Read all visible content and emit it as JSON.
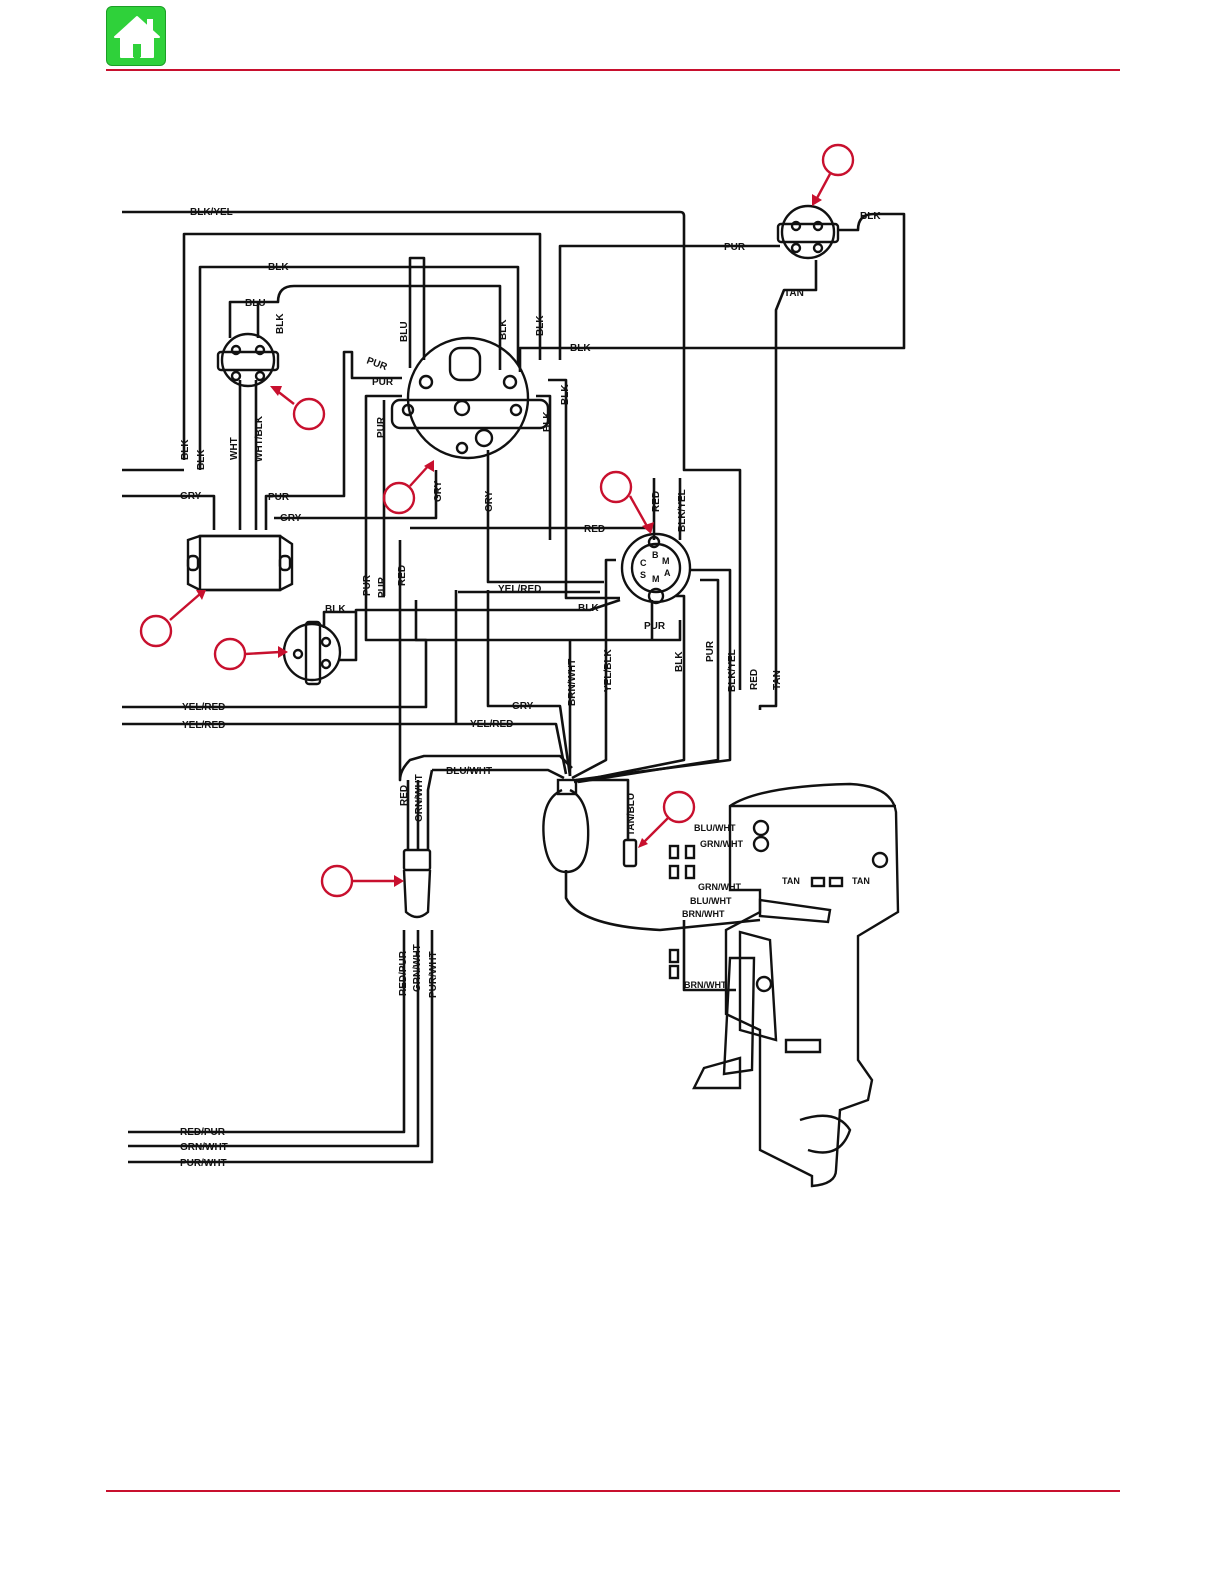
{
  "header": {
    "home_icon": "home-icon",
    "accent": "#c8102e",
    "home_color": "#2fd13a"
  },
  "diagram": {
    "callout_color": "#c8102e",
    "labels": {
      "blk_yel_top": "BLK/YEL",
      "blk_top": "BLK",
      "blu": "BLU",
      "blk_v_a": "BLK",
      "pur_right": "PUR",
      "blk_right": "BLK",
      "tan_right": "TAN",
      "blk_long": "BLK",
      "blu_v": "BLU",
      "blk_v_b": "BLK",
      "blk_v_c": "BLK",
      "pur_a": "PUR",
      "pur_b": "PUR",
      "blk_v_d": "BLK",
      "blk_v_e": "BLK",
      "blk_left_a": "BLK",
      "blk_left_b": "BLK",
      "wht": "WHT",
      "wht_blk": "WHT/BLK",
      "pur_v_a": "PUR",
      "gry_left": "GRY",
      "pur_mid": "PUR",
      "gry_mid": "GRY",
      "gry_v_a": "GRY",
      "gry_v_b": "GRY",
      "red_top": "RED",
      "blk_yel_v": "BLK/YEL",
      "red_h": "RED",
      "pur_v_b": "PUR",
      "pur_v_c": "PUR",
      "red_v_a": "RED",
      "yel_red_mid": "YEL/RED",
      "blk_mid": "BLK",
      "blk_sw": "BLK",
      "pur_low": "PUR",
      "brn_wht_v": "BRN/WHT",
      "yel_blk_v": "YEL/BLK",
      "blk_v_f": "BLK",
      "pur_v_d": "PUR",
      "blk_yel_v2": "BLK/YEL",
      "red_v_b": "RED",
      "tan_v": "TAN",
      "yel_red_a": "YEL/RED",
      "yel_red_b": "YEL/RED",
      "gry_low": "GRY",
      "yel_red_c": "YEL/RED",
      "blu_wht": "BLU/WHT",
      "red_v_c": "RED",
      "grn_wht_v": "GRN/WHT",
      "tan_blu": "TAN/BLU",
      "blu_wht_e": "BLU/WHT",
      "grn_wht_e": "GRN/WHT",
      "grn_wht_e2": "GRN/WHT",
      "tan_e1": "TAN",
      "tan_e2": "TAN",
      "blu_wht_e2": "BLU/WHT",
      "brn_wht_e": "BRN/WHT",
      "brn_wht_e2": "BRN/WHT",
      "red_pur_v": "RED/PUR",
      "grn_wht_v2": "GRN/WHT",
      "pur_wht_v": "PUR/WHT",
      "red_pur": "RED/PUR",
      "grn_wht": "GRN/WHT",
      "pur_wht": "PUR/WHT",
      "sol_b": "B",
      "sol_c": "C",
      "sol_m1": "M",
      "sol_s": "S",
      "sol_m2": "M",
      "sol_a": "A"
    }
  }
}
